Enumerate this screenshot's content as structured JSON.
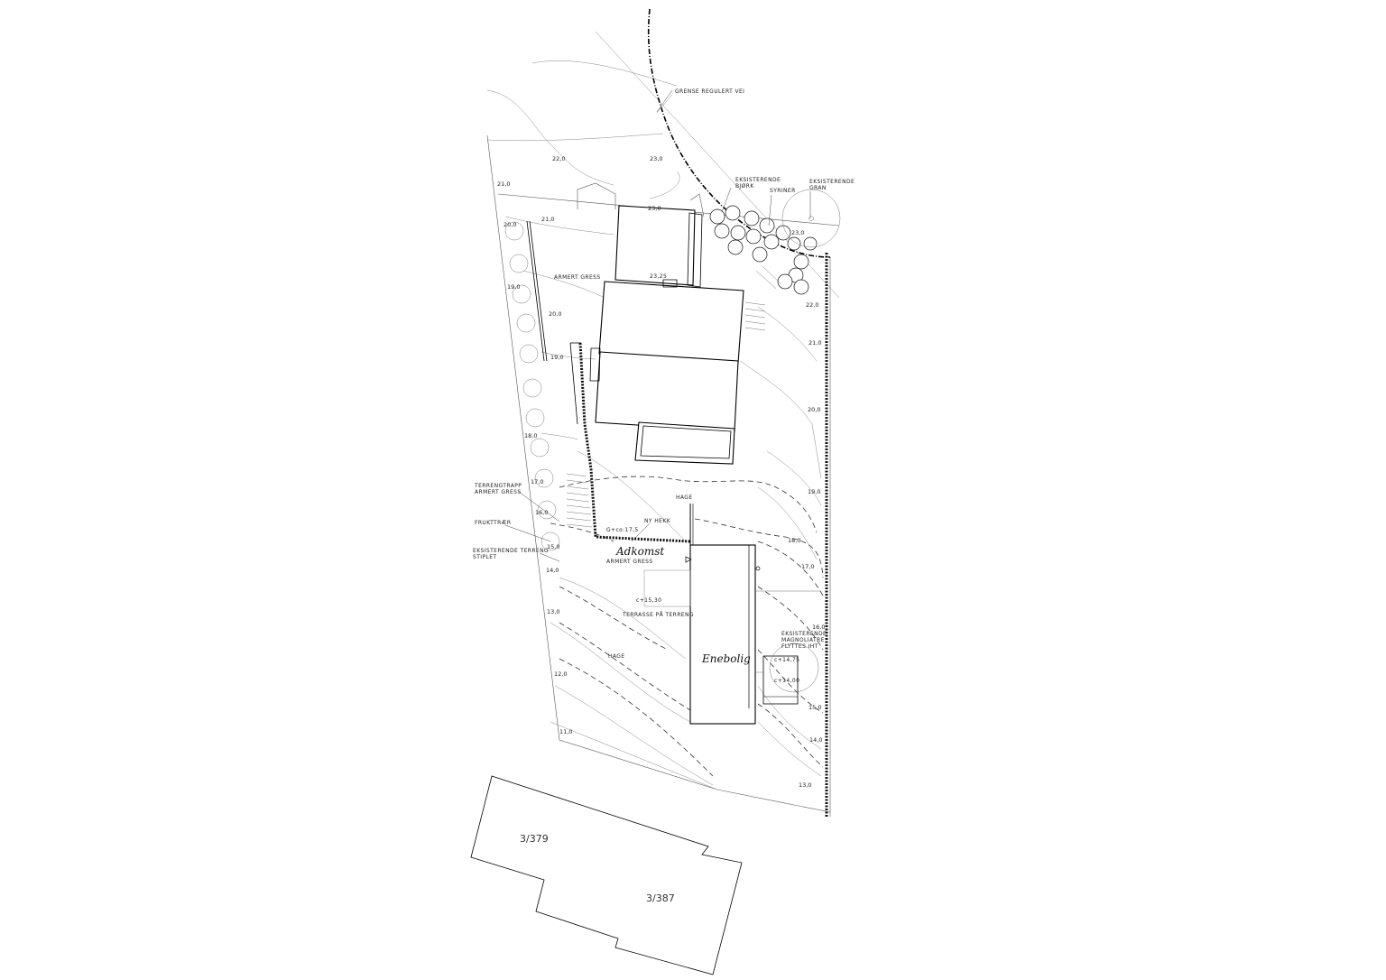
{
  "labels": {
    "grense": "GRENSE REGULERT VEI",
    "eks_bjork_1": "EKSISTERENDE",
    "eks_bjork_2": "BJØRK",
    "syriner": "SYRINER",
    "eks_gran_1": "EKSISTERENDE",
    "eks_gran_2": "GRAN",
    "armert_gress_top": "ARMERT GRESS",
    "terrengtrapp_1": "TERRENGTRAPP",
    "terrengtrapp_2": "ARMERT GRESS",
    "frukttraer": "FRUKTTRÆR",
    "eks_terreng_1": "EKSISTERENDE TERRENG",
    "eks_terreng_2": "STIPLET",
    "ny_hekk": "NY HEKK",
    "hage_top": "HAGE",
    "adkomst": "Adkomst",
    "armert_gress_bottom": "ARMERT GRESS",
    "terrasse": "TERRASSE PÅ TERRENG",
    "hage_bottom": "HAGE",
    "enebolig": "Enebolig",
    "magnolia_1": "EKSISTERENDE",
    "magnolia_2": "MAGNOLIATRE",
    "magnolia_3": "FLYTTES IHT",
    "cote_1": "23,25",
    "cote_2": "c+15,30",
    "cote_3": "c+14,75",
    "cote_4": "c+14,00",
    "cote_5": "G+co:17,5",
    "parcel_a": "3/379",
    "parcel_b": "3/387"
  },
  "contours": {
    "c22a": "22,0",
    "c23a": "23,0",
    "c21a": "21,0",
    "c21b": "21,0",
    "c23b": "23,0",
    "c20a": "20,0",
    "c19a": "19,0",
    "c20b": "20,0",
    "c19b": "19,0",
    "c18a": "18,0",
    "c17a": "17,0",
    "c16a": "16,0",
    "c15a": "15,0",
    "c14a": "14,0",
    "c13a": "13,0",
    "c12a": "12,0",
    "c11a": "11,0",
    "c23c": "23,0",
    "c22b": "22,0",
    "c21c": "21,0",
    "c20c": "20,0",
    "c19c": "19,0",
    "c18b": "18,0",
    "c17b": "17,0",
    "c16b": "16,0",
    "c15b": "15,0",
    "c14b": "14,0",
    "c13b": "13,0"
  }
}
